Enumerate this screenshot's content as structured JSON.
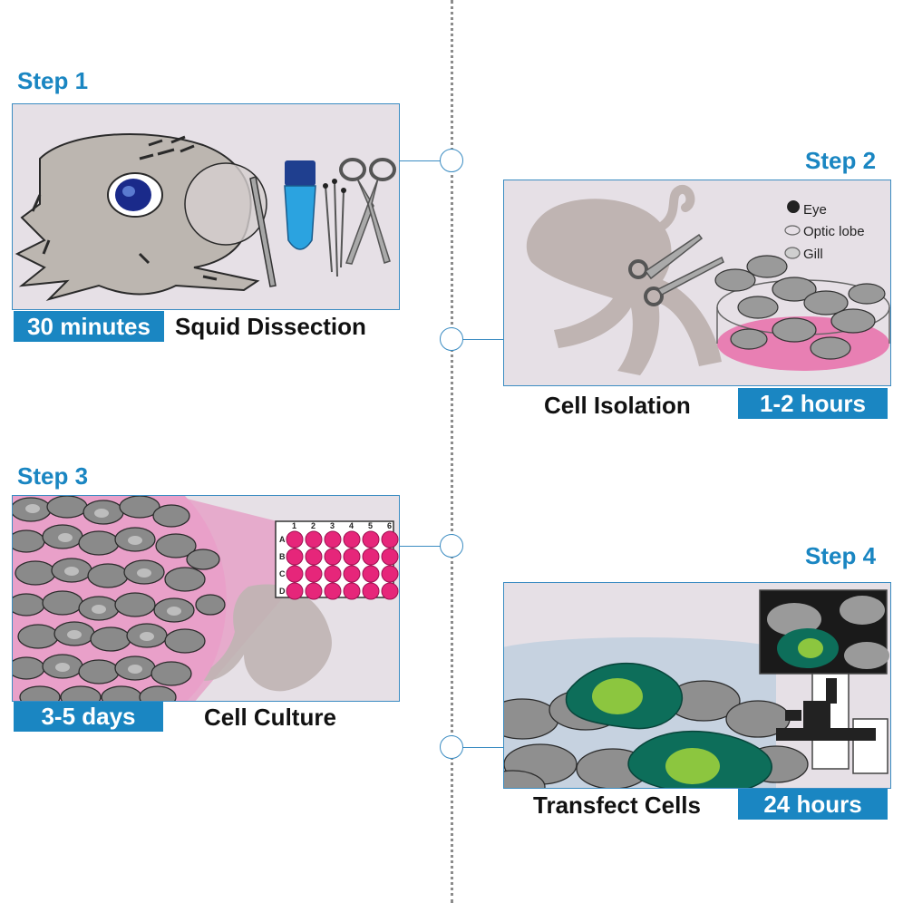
{
  "colors": {
    "accent": "#1a86c2",
    "panel_bg": "#e6e0e6",
    "cell_gray": "#8a8a8a",
    "magenta": "#e6267a",
    "green": "#0f7a62",
    "lime": "#8dc63f"
  },
  "steps": [
    {
      "label": "Step 1",
      "title": "Squid Dissection",
      "duration": "30 minutes"
    },
    {
      "label": "Step 2",
      "title": "Cell Isolation",
      "duration": "1-2 hours"
    },
    {
      "label": "Step 3",
      "title": "Cell Culture",
      "duration": "3-5 days"
    },
    {
      "label": "Step 4",
      "title": "Transfect Cells",
      "duration": "24 hours"
    }
  ],
  "legend": {
    "eye": "Eye",
    "optic_lobe": "Optic lobe",
    "gill": "Gill"
  },
  "plate": {
    "columns": [
      "1",
      "2",
      "3",
      "4",
      "5",
      "6"
    ],
    "rows": [
      "A",
      "B",
      "C",
      "D"
    ]
  }
}
